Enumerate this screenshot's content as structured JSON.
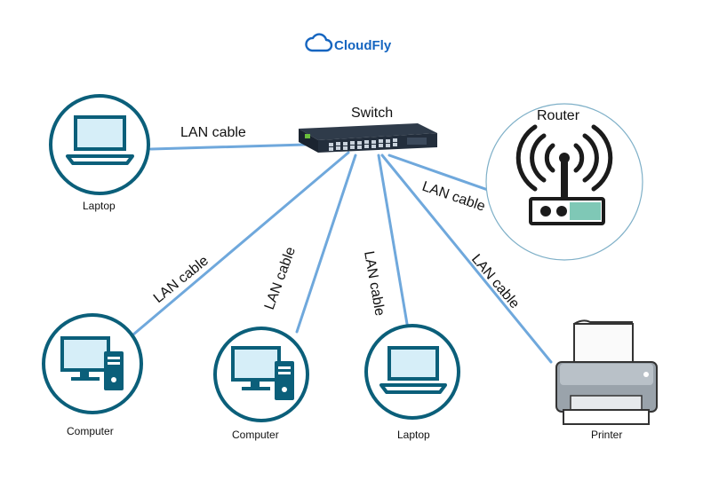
{
  "brand": {
    "name": "CloudFly",
    "color": "#1565c0"
  },
  "colors": {
    "cable": "#6fa8dc",
    "icon": "#0b5f7a",
    "screen": "#d6eef8"
  },
  "nodes": {
    "switch": {
      "label": "Switch",
      "icon": "network-switch-icon"
    },
    "router": {
      "label": "Router",
      "icon": "wireless-router-icon"
    },
    "laptop_top": {
      "label": "Laptop",
      "icon": "laptop-icon"
    },
    "computer_1": {
      "label": "Computer",
      "icon": "desktop-computer-icon"
    },
    "computer_2": {
      "label": "Computer",
      "icon": "desktop-computer-icon"
    },
    "laptop_bottom": {
      "label": "Laptop",
      "icon": "laptop-icon"
    },
    "printer": {
      "label": "Printer",
      "icon": "printer-icon"
    }
  },
  "cables": {
    "laptop": "LAN cable",
    "router": "LAN cable",
    "computer_1": "LAN cable",
    "computer_2": "LAN cable",
    "laptop_bottom": "LAN cable",
    "printer": "LAN cable"
  }
}
